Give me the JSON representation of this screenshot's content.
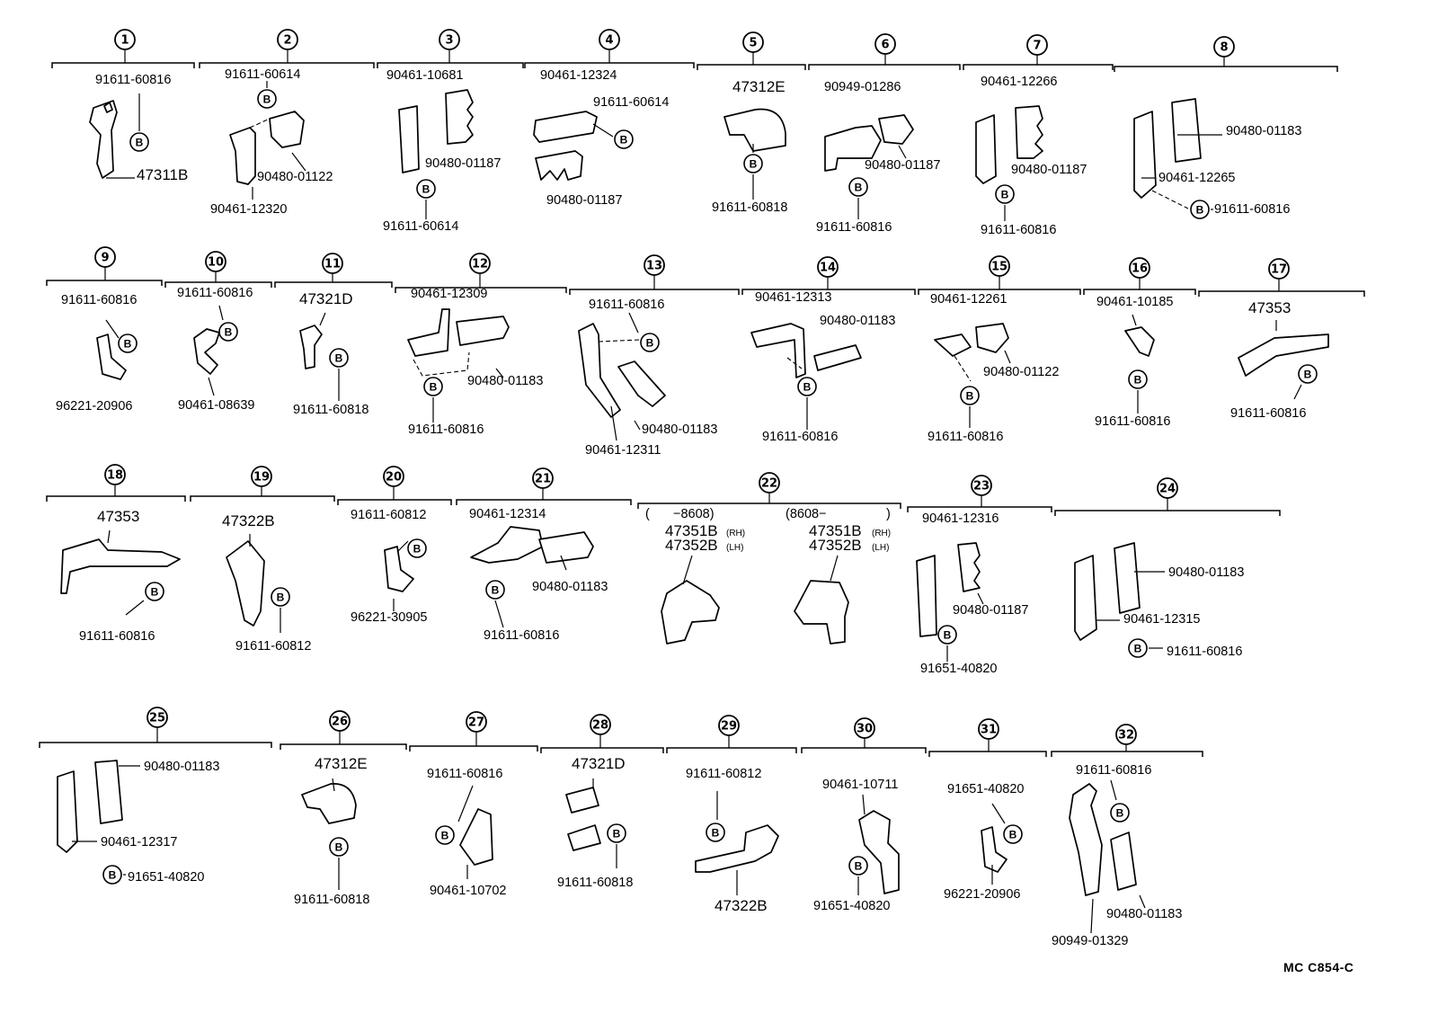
{
  "diagram_code": "MC  C854-C",
  "bolt_symbol": "B",
  "groups": [
    {
      "num": "1",
      "labels": [
        "91611-60816",
        "47311B"
      ]
    },
    {
      "num": "2",
      "labels": [
        "91611-60614",
        "90480-01122",
        "90461-12320"
      ]
    },
    {
      "num": "3",
      "labels": [
        "90461-10681",
        "90480-01187",
        "91611-60614"
      ]
    },
    {
      "num": "4",
      "labels": [
        "90461-12324",
        "91611-60614",
        "90480-01187"
      ]
    },
    {
      "num": "5",
      "labels": [
        "47312E",
        "91611-60818"
      ]
    },
    {
      "num": "6",
      "labels": [
        "90949-01286",
        "90480-01187",
        "91611-60816"
      ]
    },
    {
      "num": "7",
      "labels": [
        "90461-12266",
        "90480-01187",
        "91611-60816"
      ]
    },
    {
      "num": "8",
      "labels": [
        "90480-01183",
        "90461-12265",
        "91611-60816"
      ]
    },
    {
      "num": "9",
      "labels": [
        "91611-60816",
        "96221-20906"
      ]
    },
    {
      "num": "10",
      "labels": [
        "91611-60816",
        "90461-08639"
      ]
    },
    {
      "num": "11",
      "labels": [
        "47321D",
        "91611-60818"
      ]
    },
    {
      "num": "12",
      "labels": [
        "90461-12309",
        "90480-01183",
        "91611-60816"
      ]
    },
    {
      "num": "13",
      "labels": [
        "91611-60816",
        "90480-01183",
        "90461-12311"
      ]
    },
    {
      "num": "14",
      "labels": [
        "90461-12313",
        "90480-01183",
        "91611-60816"
      ]
    },
    {
      "num": "15",
      "labels": [
        "90461-12261",
        "90480-01122",
        "91611-60816"
      ]
    },
    {
      "num": "16",
      "labels": [
        "90461-10185",
        "91611-60816"
      ]
    },
    {
      "num": "17",
      "labels": [
        "47353",
        "91611-60816"
      ]
    },
    {
      "num": "18",
      "labels": [
        "47353",
        "91611-60816"
      ]
    },
    {
      "num": "19",
      "labels": [
        "47322B",
        "91611-60812"
      ]
    },
    {
      "num": "20",
      "labels": [
        "91611-60812",
        "96221-30905"
      ]
    },
    {
      "num": "21",
      "labels": [
        "90461-12314",
        "90480-01183",
        "91611-60816"
      ]
    },
    {
      "num": "22",
      "labels": [
        "(",
        "−8608)",
        "47351B",
        "(RH)",
        "47352B",
        "(LH)",
        "(8608−",
        ")",
        "47351B",
        "(RH)",
        "47352B",
        "(LH)"
      ]
    },
    {
      "num": "23",
      "labels": [
        "90461-12316",
        "90480-01187",
        "91651-40820"
      ]
    },
    {
      "num": "24",
      "labels": [
        "90480-01183",
        "90461-12315",
        "91611-60816"
      ]
    },
    {
      "num": "25",
      "labels": [
        "90480-01183",
        "90461-12317",
        "91651-40820"
      ]
    },
    {
      "num": "26",
      "labels": [
        "47312E",
        "91611-60818"
      ]
    },
    {
      "num": "27",
      "labels": [
        "91611-60816",
        "90461-10702"
      ]
    },
    {
      "num": "28",
      "labels": [
        "47321D",
        "91611-60818"
      ]
    },
    {
      "num": "29",
      "labels": [
        "91611-60812",
        "47322B"
      ]
    },
    {
      "num": "30",
      "labels": [
        "90461-10711",
        "91651-40820"
      ]
    },
    {
      "num": "31",
      "labels": [
        "91651-40820",
        "96221-20906"
      ]
    },
    {
      "num": "32",
      "labels": [
        "91611-60816",
        "90480-01183",
        "90949-01329"
      ]
    }
  ]
}
